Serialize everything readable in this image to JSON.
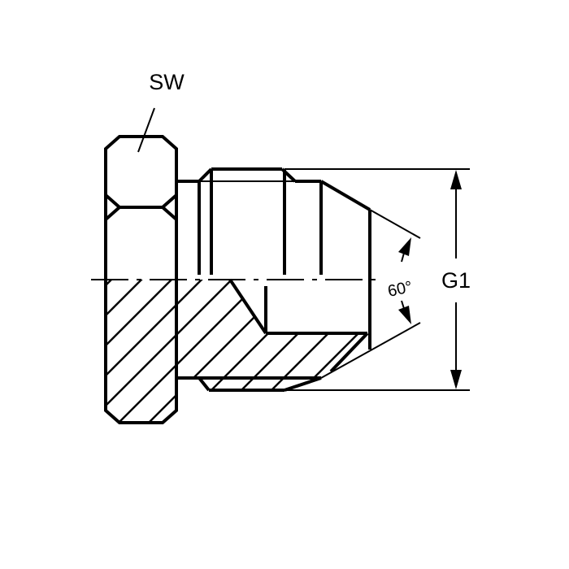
{
  "drawing": {
    "labels": {
      "wrench_size": "SW",
      "thread_size": "G1",
      "cone_angle": "60°"
    },
    "colors": {
      "line": "#000000",
      "background": "#ffffff"
    }
  }
}
